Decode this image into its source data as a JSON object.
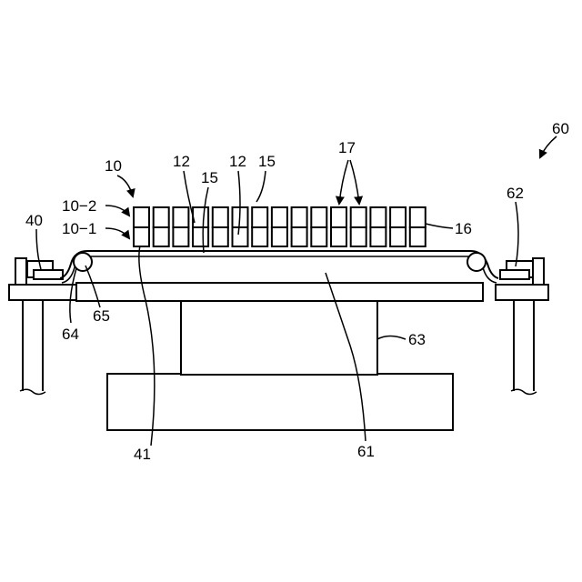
{
  "labels": {
    "l60": "60",
    "l10": "10",
    "l10_2": "10−2",
    "l10_1": "10−1",
    "l12a": "12",
    "l12b": "12",
    "l15a": "15",
    "l15b": "15",
    "l17": "17",
    "l16": "16",
    "l40": "40",
    "l62": "62",
    "l64": "64",
    "l65": "65",
    "l63": "63",
    "l41": "41",
    "l61": "61"
  }
}
